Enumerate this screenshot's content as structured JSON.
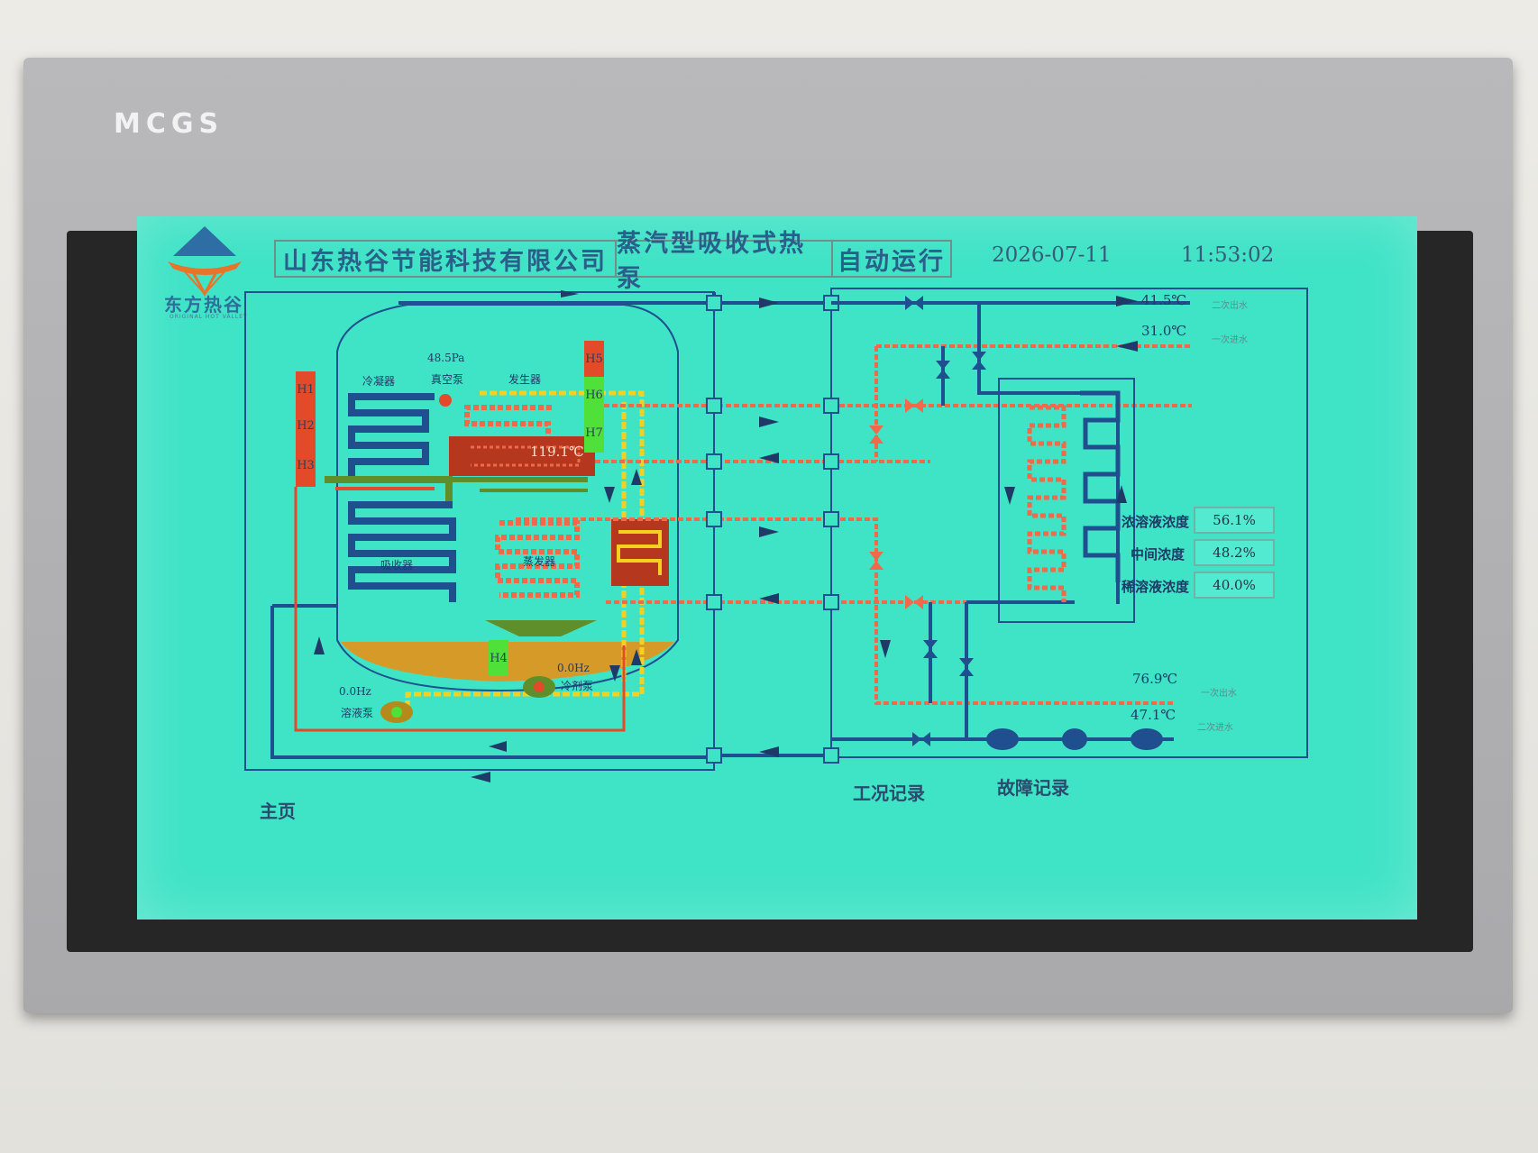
{
  "device": {
    "brand": "MCGS"
  },
  "header": {
    "logo_text": "东方热谷",
    "logo_subtitle": "ORIGINAL HOT VALLEY",
    "company": "山东热谷节能科技有限公司",
    "product": "蒸汽型吸收式热泵",
    "mode": "自动运行",
    "date": "2026-07-11",
    "time": "11:53:02"
  },
  "components": {
    "condenser": "冷凝器",
    "vacuum_pump": "真空泵",
    "vacuum_pressure": "48.5Pa",
    "generator": "发生器",
    "generator_temp": "119.1℃",
    "absorber": "吸收器",
    "evaporator": "蒸发器",
    "solution_pump": "溶液泵",
    "solution_pump_freq": "0.0Hz",
    "refrigerant_pump": "冷剂泵",
    "refrigerant_pump_freq": "0.0Hz"
  },
  "levels": [
    "H1",
    "H2",
    "H3",
    "H4",
    "H5",
    "H6",
    "H7"
  ],
  "temperatures": {
    "secondary_out": "41.5℃",
    "secondary_out_label": "二次出水",
    "primary_in": "31.0℃",
    "primary_in_label": "一次进水",
    "primary_out": "76.9℃",
    "primary_out_label": "一次出水",
    "secondary_in": "47.1℃",
    "secondary_in_label": "二次进水"
  },
  "concentrations": [
    {
      "label": "浓溶液浓度",
      "value": "56.1%"
    },
    {
      "label": "中间浓度",
      "value": "48.2%"
    },
    {
      "label": "稀溶液浓度",
      "value": "40.0%"
    }
  ],
  "nav": {
    "home": "主页",
    "work_records": "工况记录",
    "fault_records": "故障记录"
  },
  "colors": {
    "screen_bg": "#3fe3c6",
    "pipe_blue": "#1f4f8f",
    "pipe_red": "#f06a4a",
    "pipe_yellow": "#f5d020",
    "alarm_red": "#e24a2a",
    "ok_green": "#4fe03a"
  }
}
